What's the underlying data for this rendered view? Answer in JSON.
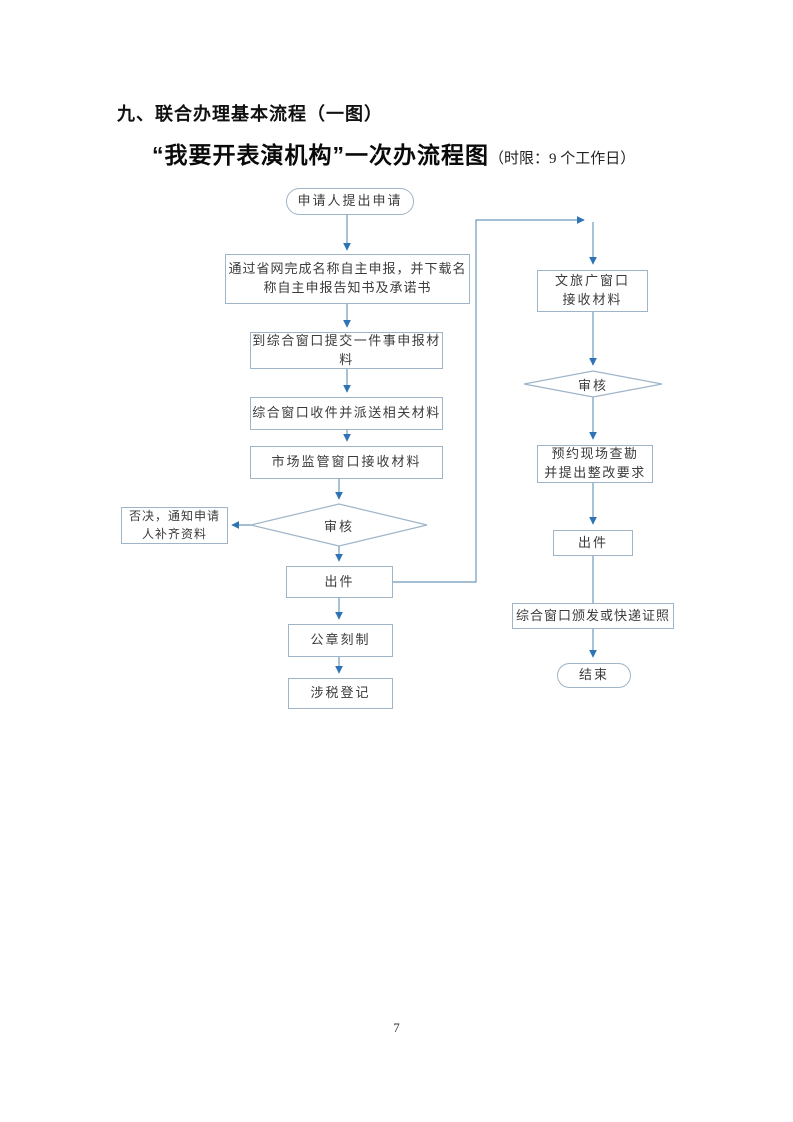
{
  "heading": "九、联合办理基本流程（一图）",
  "subtitle": {
    "main": "“我要开表演机构”一次办流程图",
    "note": "（时限：9 个工作日）"
  },
  "flowchart": {
    "nodes": {
      "start": "申请人提出申请",
      "online_declare": "通过省网完成名称自主申报，并下载名\n称自主申报告知书及承诺书",
      "submit_materials": "到综合窗口提交一件事申报材\n料",
      "receive_dispatch": "综合窗口收件并派送相关材料",
      "market_window": "市场监管窗口接收材料",
      "review_left": "审核",
      "reject_notice": "否决，通知申请\n人补齐资料",
      "issue_left": "出件",
      "seal_carving": "公章刻制",
      "tax_register": "涉税登记",
      "culture_window": "文旅广窗口\n接收材料",
      "review_right": "审核",
      "site_survey": "预约现场查勘\n并提出整改要求",
      "issue_right": "出件",
      "license_delivery": "综合窗口颁发或快递证照",
      "end": "结束"
    },
    "colors": {
      "box_border": "#9fb4c7",
      "connector_line": "#6d98bb",
      "arrowhead": "#2e74b5",
      "node_text": "#3b3b3b"
    }
  },
  "page": {
    "number": "7"
  }
}
